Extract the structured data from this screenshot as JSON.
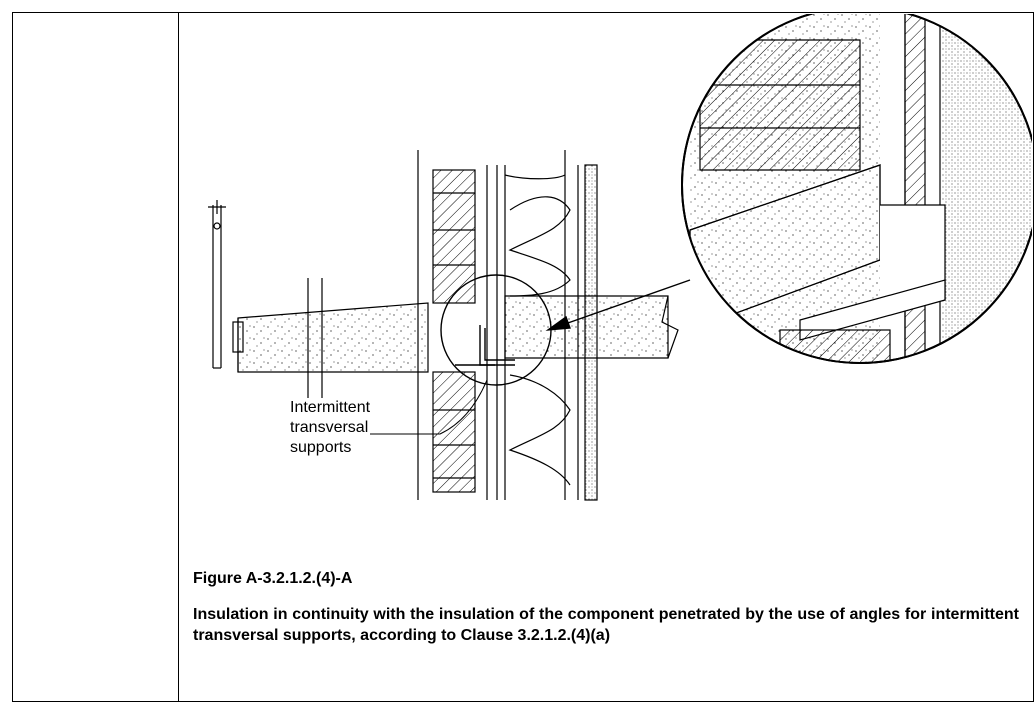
{
  "figure": {
    "number": "Figure A-3.2.1.2.(4)-A",
    "caption": "Insulation in continuity with the insulation of the component penetrated by the use of angles for intermittent transversal supports, according to Clause 3.2.1.2.(4)(a)"
  },
  "callout": {
    "line1": "Intermittent",
    "line2": "transversal",
    "line3": "supports"
  }
}
